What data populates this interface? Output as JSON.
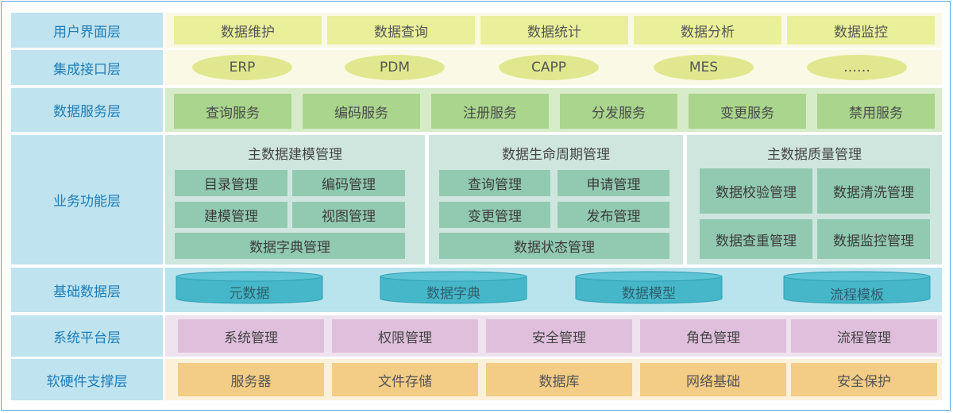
{
  "layers": {
    "ui": "用户界面层",
    "integration": "集成接口层",
    "service": "数据服务层",
    "business": "业务功能层",
    "basedata": "基础数据层",
    "platform": "系统平台层",
    "hardware": "软硬件支撑层"
  },
  "ui_items": [
    "数据维护",
    "数据查询",
    "数据统计",
    "数据分析",
    "数据监控"
  ],
  "integration_items": [
    "ERP",
    "PDM",
    "CAPP",
    "MES",
    "……"
  ],
  "service_items": [
    "查询服务",
    "编码服务",
    "注册服务",
    "分发服务",
    "变更服务",
    "禁用服务"
  ],
  "business": {
    "modeling": {
      "title": "主数据建模管理",
      "items": [
        "目录管理",
        "编码管理",
        "建模管理",
        "视图管理",
        "数据字典管理"
      ]
    },
    "lifecycle": {
      "title": "数据生命周期管理",
      "items": [
        "查询管理",
        "申请管理",
        "变更管理",
        "发布管理",
        "数据状态管理"
      ]
    },
    "quality": {
      "title": "主数据质量管理",
      "items": [
        "数据校验管理",
        "数据清洗管理",
        "数据查重管理",
        "数据监控管理"
      ]
    }
  },
  "basedata_items": [
    "元数据",
    "数据字典",
    "数据模型",
    "流程模板"
  ],
  "platform_items": [
    "系统管理",
    "权限管理",
    "安全管理",
    "角色管理",
    "流程管理"
  ],
  "hardware_items": [
    "服务器",
    "文件存储",
    "数据库",
    "网络基础",
    "安全保护"
  ],
  "colors": {
    "label_bg": "#bfe3ef",
    "label_text": "#1d7db8",
    "ui_box": "#eaef9a",
    "integration_ellipse": "#e1e78f",
    "service_box": "#a9d58c",
    "business_panel": "#cfe6df",
    "business_item": "#92cab1",
    "cylinder": "#45b7c9",
    "platform_box": "#dfbfdc",
    "hardware_box": "#f3cc86"
  }
}
